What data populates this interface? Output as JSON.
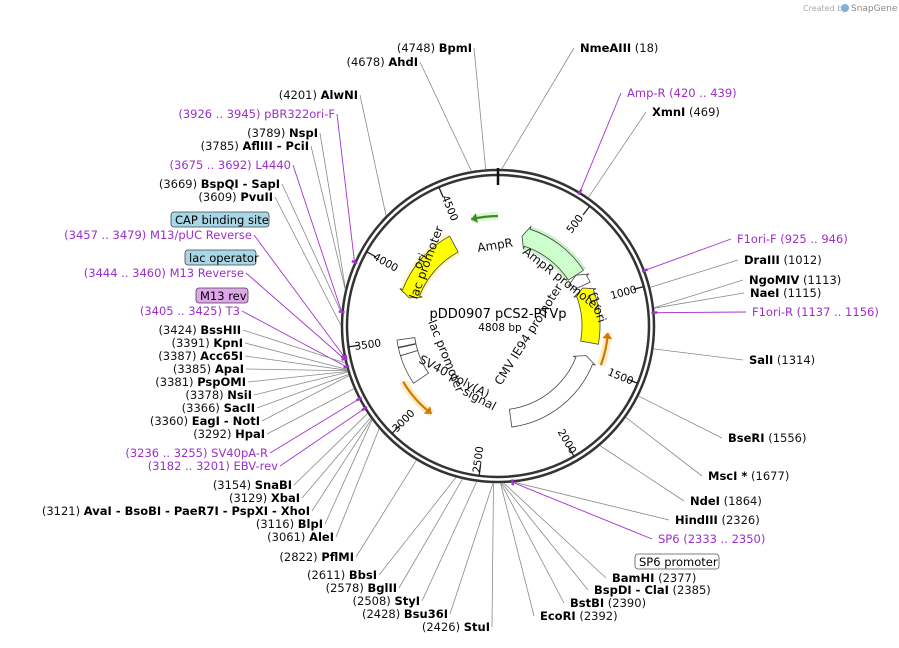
{
  "watermark": {
    "prefix": "Created by",
    "brand": "SnapGene"
  },
  "plasmid": {
    "name": "pDD0907 pCS2-PTVp",
    "size_label": "4808 bp",
    "length": 4808
  },
  "ruler": [
    "500",
    "1000",
    "1500",
    "2000",
    "2500",
    "3000",
    "3500",
    "4000",
    "4500"
  ],
  "features": [
    {
      "name": "AmpR",
      "label": "AmpR",
      "color": "#ccffcc"
    },
    {
      "name": "AmpR promoter",
      "label": "AmpR promoter",
      "color": "#ffffff"
    },
    {
      "name": "f1 ori",
      "label": "f1 ori",
      "color": "#ffff00"
    },
    {
      "name": "CMV IE94 promoter",
      "label": "CMV IE94 promoter",
      "color": "#ffffff"
    },
    {
      "name": "SV40 poly(A) signal",
      "label1": "SV40 poly(A)",
      "label2": "signal",
      "color": "#ffffff"
    },
    {
      "name": "ori",
      "label": "ori",
      "color": "#ffff00"
    },
    {
      "name": "lac promoter",
      "label": "lac promoter",
      "color": "#ffffff"
    },
    {
      "name": "lac promoter 2",
      "label": "lac promoter",
      "color": "#ffffff"
    }
  ],
  "box_labels": {
    "cap": "CAP binding site",
    "lacop": "lac operator",
    "m13rev": "M13 rev",
    "sp6prom": "SP6 promoter"
  },
  "sites_left": [
    {
      "pos": "(4678)",
      "name": "AhdI"
    },
    {
      "pos": "(4748)",
      "name": "BpmI"
    },
    {
      "pos": "(4201)",
      "name": "AlwNI"
    },
    {
      "pos": "(3926 .. 3945)",
      "name": "pBR322ori-F",
      "primer": true
    },
    {
      "pos": "(3789)",
      "name": "NspI"
    },
    {
      "pos": "(3785)",
      "name": "AflIII",
      "extra": "- PciI"
    },
    {
      "pos": "(3675 .. 3692)",
      "name": "L4440",
      "primer": true
    },
    {
      "pos": "(3669)",
      "name": "BspQI",
      "extra": "- SapI"
    },
    {
      "pos": "(3609)",
      "name": "PvuII"
    },
    {
      "pos": "(3457 .. 3479)",
      "name": "M13/pUC Reverse",
      "primer": true
    },
    {
      "pos": "(3444 .. 3460)",
      "name": "M13 Reverse",
      "primer": true
    },
    {
      "pos": "(3405 .. 3425)",
      "name": "T3",
      "primer": true
    },
    {
      "pos": "(3424)",
      "name": "BssHII"
    },
    {
      "pos": "(3391)",
      "name": "KpnI"
    },
    {
      "pos": "(3387)",
      "name": "Acc65I"
    },
    {
      "pos": "(3385)",
      "name": "ApaI"
    },
    {
      "pos": "(3381)",
      "name": "PspOMI"
    },
    {
      "pos": "(3378)",
      "name": "NsiI"
    },
    {
      "pos": "(3366)",
      "name": "SacII"
    },
    {
      "pos": "(3360)",
      "name": "EagI",
      "extra": "- NotI"
    },
    {
      "pos": "(3292)",
      "name": "HpaI"
    },
    {
      "pos": "(3236 .. 3255)",
      "name": "SV40pA-R",
      "primer": true
    },
    {
      "pos": "(3182 .. 3201)",
      "name": "EBV-rev",
      "primer": true
    },
    {
      "pos": "(3154)",
      "name": "SnaBI"
    },
    {
      "pos": "(3129)",
      "name": "XbaI"
    },
    {
      "pos": "(3121)",
      "name": "AvaI",
      "extra": "- BsoBI  - PaeR7I  - PspXI  - XhoI"
    },
    {
      "pos": "(3116)",
      "name": "BlpI"
    },
    {
      "pos": "(3061)",
      "name": "AleI"
    },
    {
      "pos": "(2822)",
      "name": "PflMI"
    },
    {
      "pos": "(2611)",
      "name": "BbsI"
    },
    {
      "pos": "(2578)",
      "name": "BglII"
    },
    {
      "pos": "(2508)",
      "name": "StyI"
    },
    {
      "pos": "(2428)",
      "name": "Bsu36I"
    },
    {
      "pos": "(2426)",
      "name": "StuI"
    }
  ],
  "sites_right": [
    {
      "pos": "(18)",
      "name": "NmeAIII"
    },
    {
      "pos": "(420 .. 439)",
      "name": "Amp-R",
      "primer": true
    },
    {
      "pos": "(469)",
      "name": "XmnI"
    },
    {
      "pos": "(925 .. 946)",
      "name": "F1ori-F",
      "primer": true
    },
    {
      "pos": "(1012)",
      "name": "DraIII"
    },
    {
      "pos": "(1113)",
      "name": "NgoMIV"
    },
    {
      "pos": "(1115)",
      "name": "NaeI"
    },
    {
      "pos": "(1137 .. 1156)",
      "name": "F1ori-R",
      "primer": true
    },
    {
      "pos": "(1314)",
      "name": "SalI"
    },
    {
      "pos": "(1556)",
      "name": "BseRI"
    },
    {
      "pos": "(1677)",
      "name": "MscI *"
    },
    {
      "pos": "(1864)",
      "name": "NdeI"
    },
    {
      "pos": "(2326)",
      "name": "HindIII"
    },
    {
      "pos": "(2333 .. 2350)",
      "name": "SP6",
      "primer": true
    },
    {
      "pos": "(2377)",
      "name": "BamHI"
    },
    {
      "pos": "(2385)",
      "name": "BspDI",
      "extra": "- ClaI"
    },
    {
      "pos": "(2390)",
      "name": "BstBI"
    },
    {
      "pos": "(2392)",
      "name": "EcoRI"
    }
  ]
}
